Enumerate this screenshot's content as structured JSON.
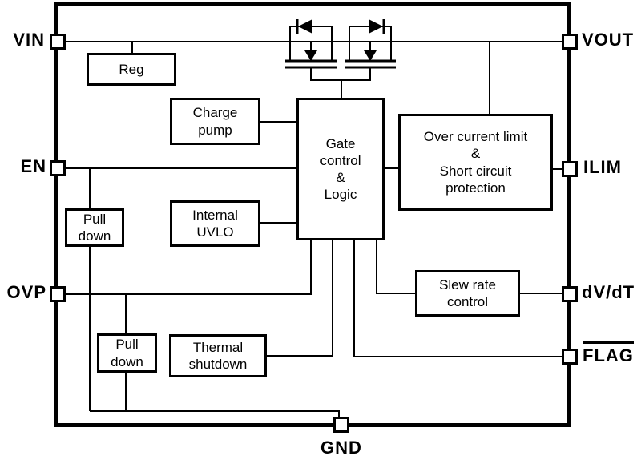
{
  "diagram": {
    "type": "ic-functional-block-diagram",
    "colors": {
      "line": "#000000",
      "background": "#ffffff"
    },
    "pins": {
      "vin": {
        "label": "VIN"
      },
      "en": {
        "label": "EN"
      },
      "ovp": {
        "label": "OVP"
      },
      "gnd": {
        "label": "GND"
      },
      "vout": {
        "label": "VOUT"
      },
      "ilim": {
        "label": "ILIM"
      },
      "dvdt": {
        "label": "dV/dT"
      },
      "flag": {
        "label": "FLAG"
      }
    },
    "blocks": {
      "reg": {
        "label": "Reg"
      },
      "charge_pump": {
        "label": "Charge\npump"
      },
      "gate_control": {
        "label": "Gate\ncontrol\n&\nLogic"
      },
      "over_current": {
        "label": "Over current limit\n&\nShort circuit\nprotection"
      },
      "internal_uvlo": {
        "label": "Internal\nUVLO"
      },
      "pull_down_en": {
        "label": "Pull\ndown"
      },
      "pull_down_ovp": {
        "label": "Pull\ndown"
      },
      "thermal_shutdown": {
        "label": "Thermal\nshutdown"
      },
      "slew_rate": {
        "label": "Slew rate\ncontrol"
      }
    }
  }
}
